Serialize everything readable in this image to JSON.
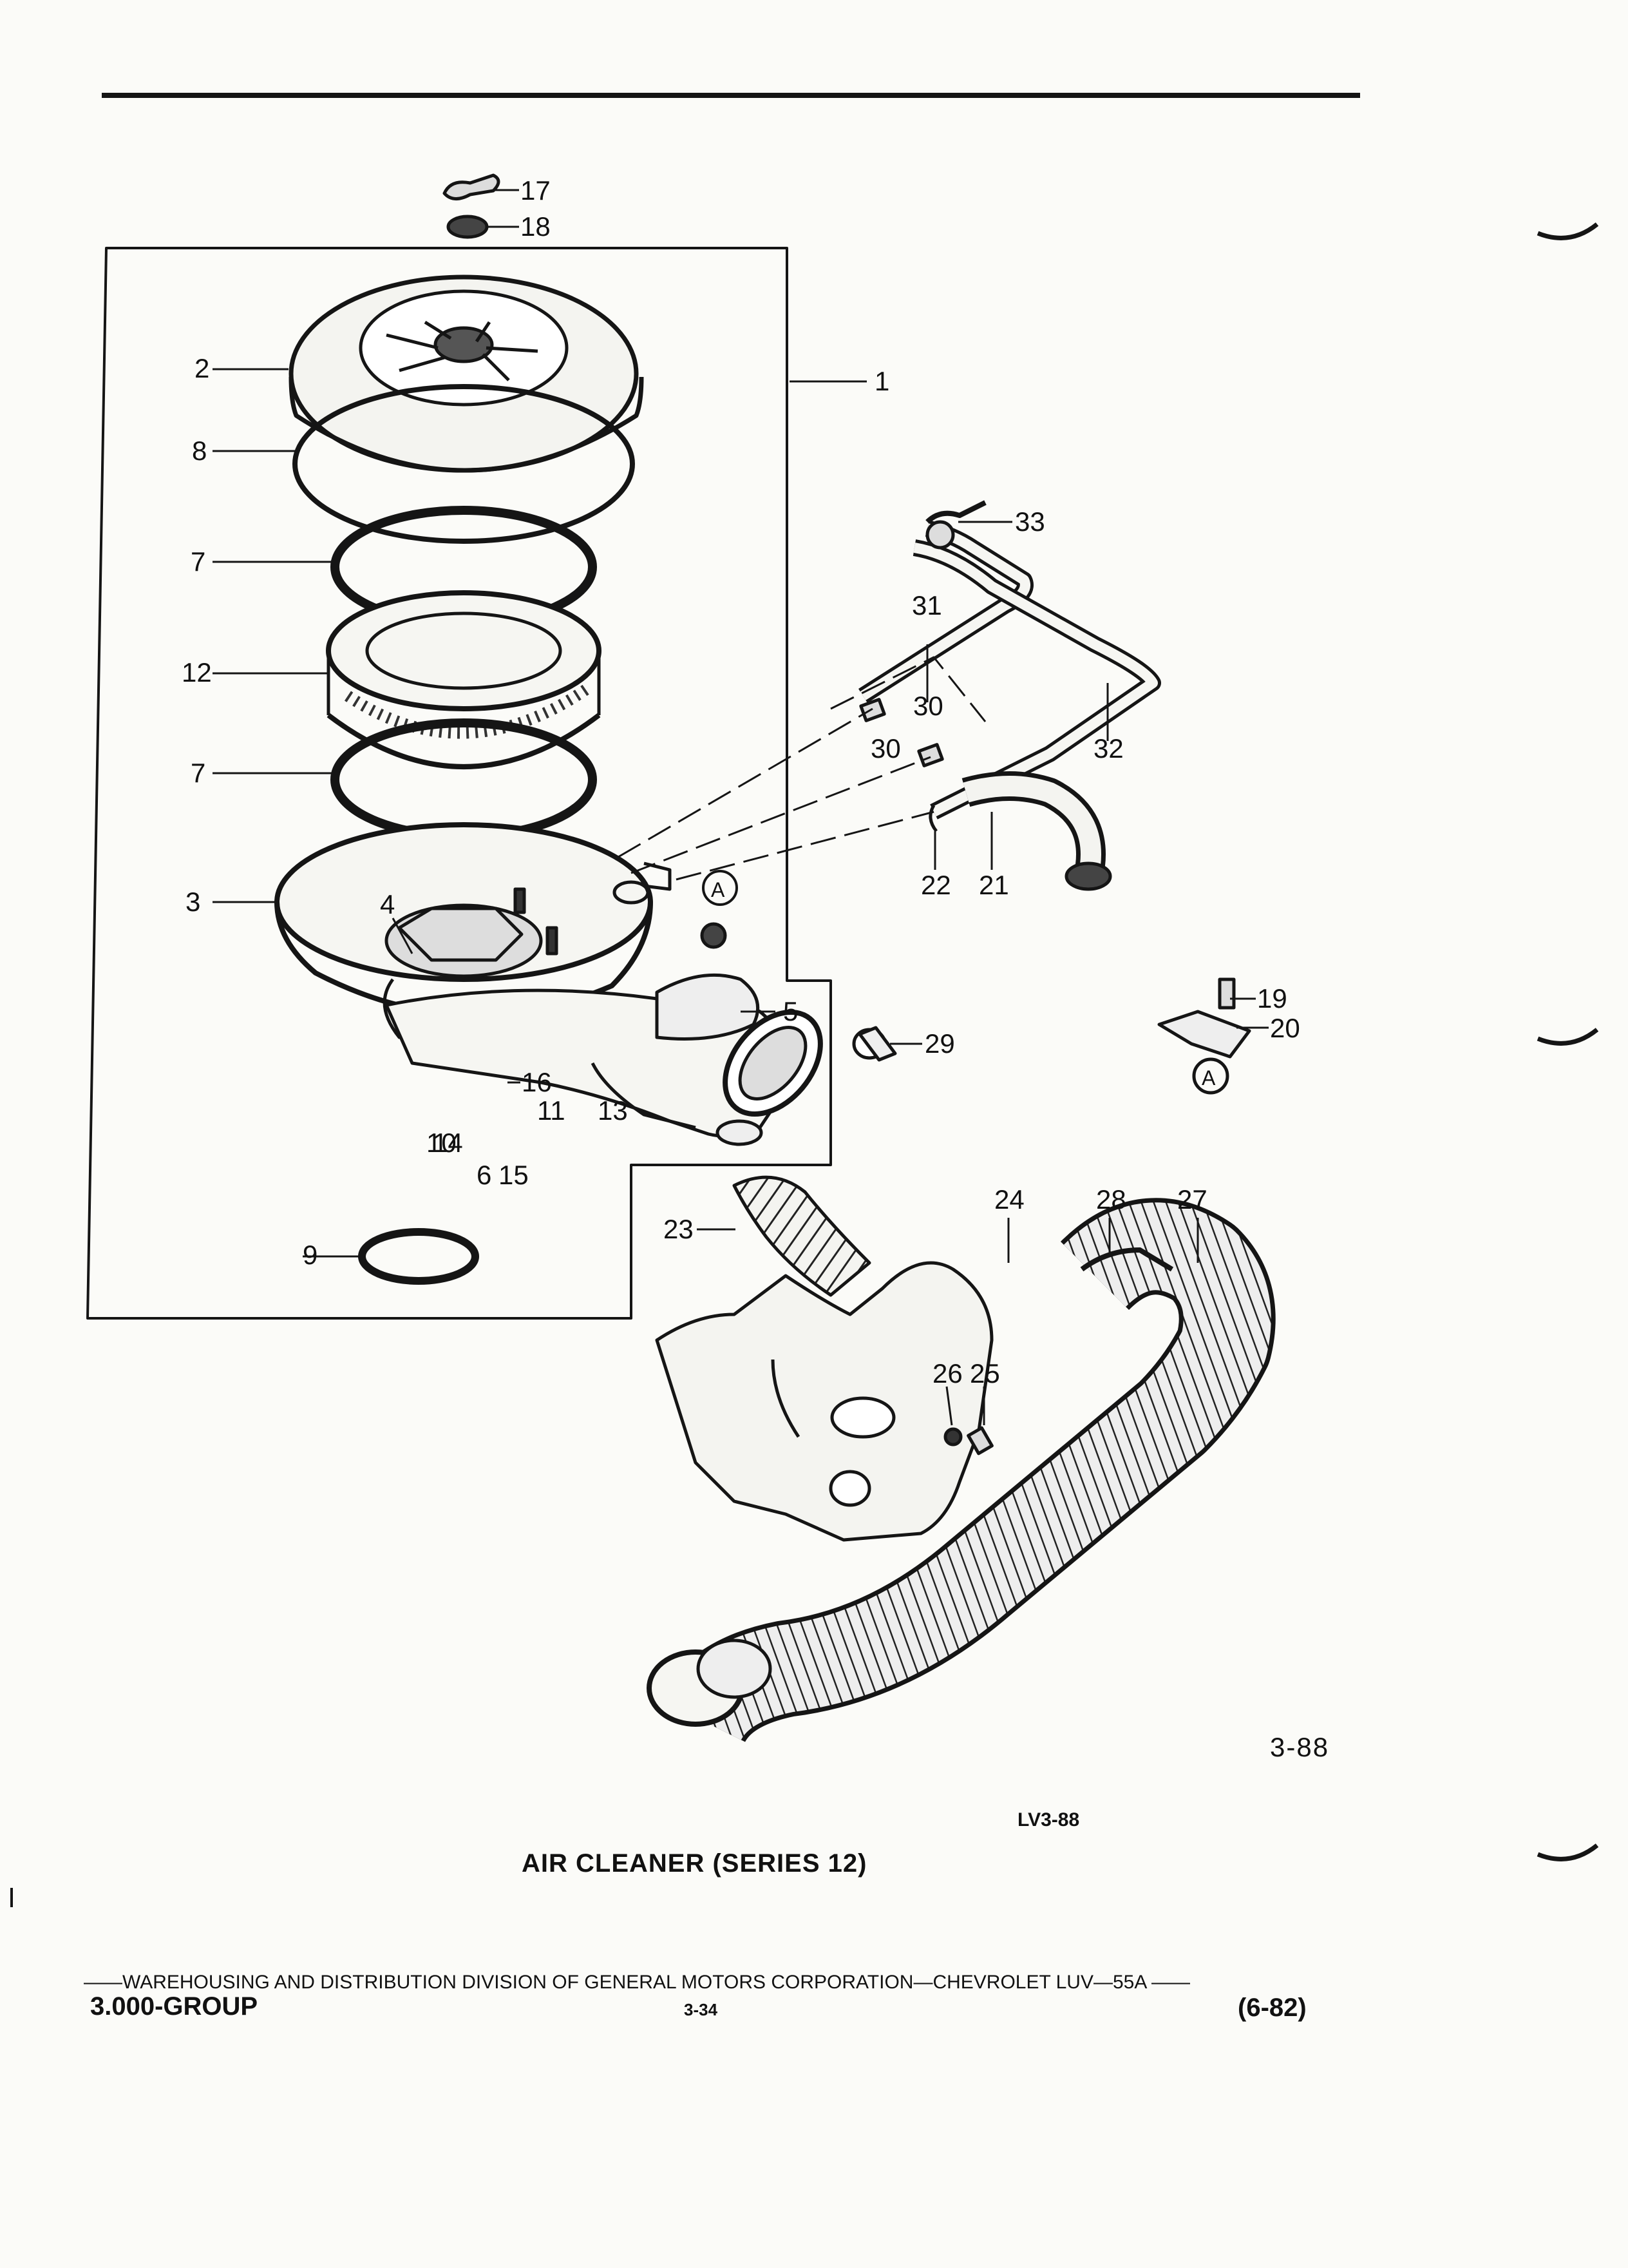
{
  "callouts": [
    "1",
    "2",
    "3",
    "4",
    "5",
    "6",
    "7",
    "7",
    "8",
    "9",
    "10",
    "11",
    "12",
    "13",
    "14",
    "15",
    "16",
    "17",
    "18",
    "19",
    "20",
    "21",
    "22",
    "23",
    "24",
    "25",
    "26",
    "27",
    "28",
    "29",
    "30",
    "30",
    "31",
    "32",
    "33",
    "A",
    "A"
  ],
  "caption": {
    "figure_number": "3-88",
    "figure_code": "LV3-88",
    "title": "AIR CLEANER (SERIES 12)"
  },
  "footer": {
    "line": "——WAREHOUSING AND DISTRIBUTION DIVISION OF GENERAL MOTORS CORPORATION—CHEVROLET LUV—55A ——",
    "group": "3.000-GROUP",
    "page": "3-34",
    "date": "(6-82)"
  }
}
